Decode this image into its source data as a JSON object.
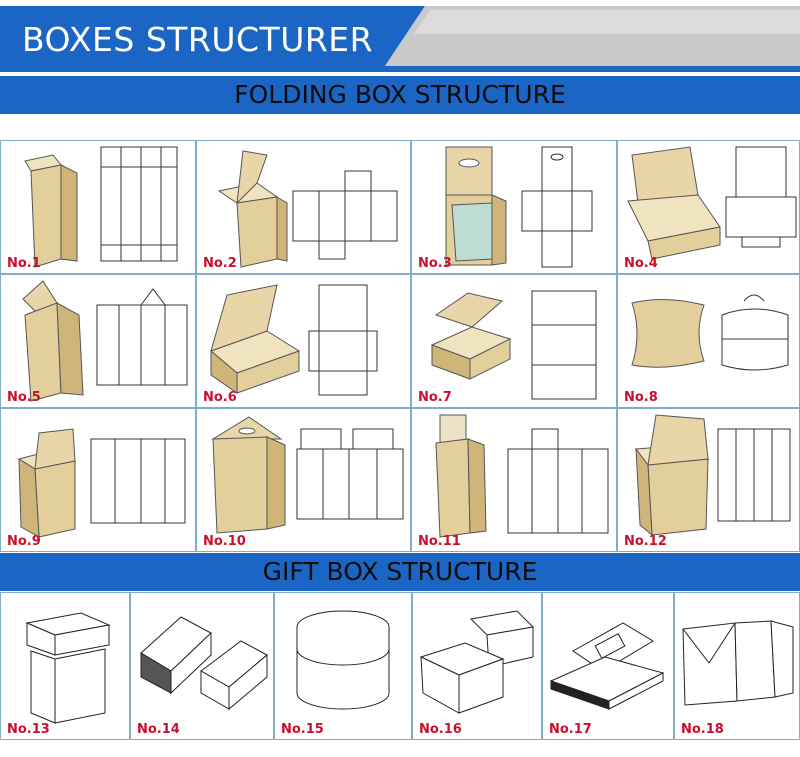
{
  "header": {
    "title": "BOXES STRUCTURER"
  },
  "sections": {
    "folding": "FOLDING BOX STRUCTURE",
    "gift": "GIFT BOX STRUCTURE"
  },
  "folding_items": [
    "No.1",
    "No.2",
    "No.3",
    "No.4",
    "No.5",
    "No.6",
    "No.7",
    "No.8",
    "No.9",
    "No.10",
    "No.11",
    "No.12"
  ],
  "gift_items": [
    "No.13",
    "No.14",
    "No.15",
    "No.16",
    "No.17",
    "No.18"
  ],
  "colors": {
    "banner_blue": "#1b66c4",
    "label_red": "#c8102e",
    "kraft": "#e3cf9c",
    "grid_border": "#7faecd"
  }
}
